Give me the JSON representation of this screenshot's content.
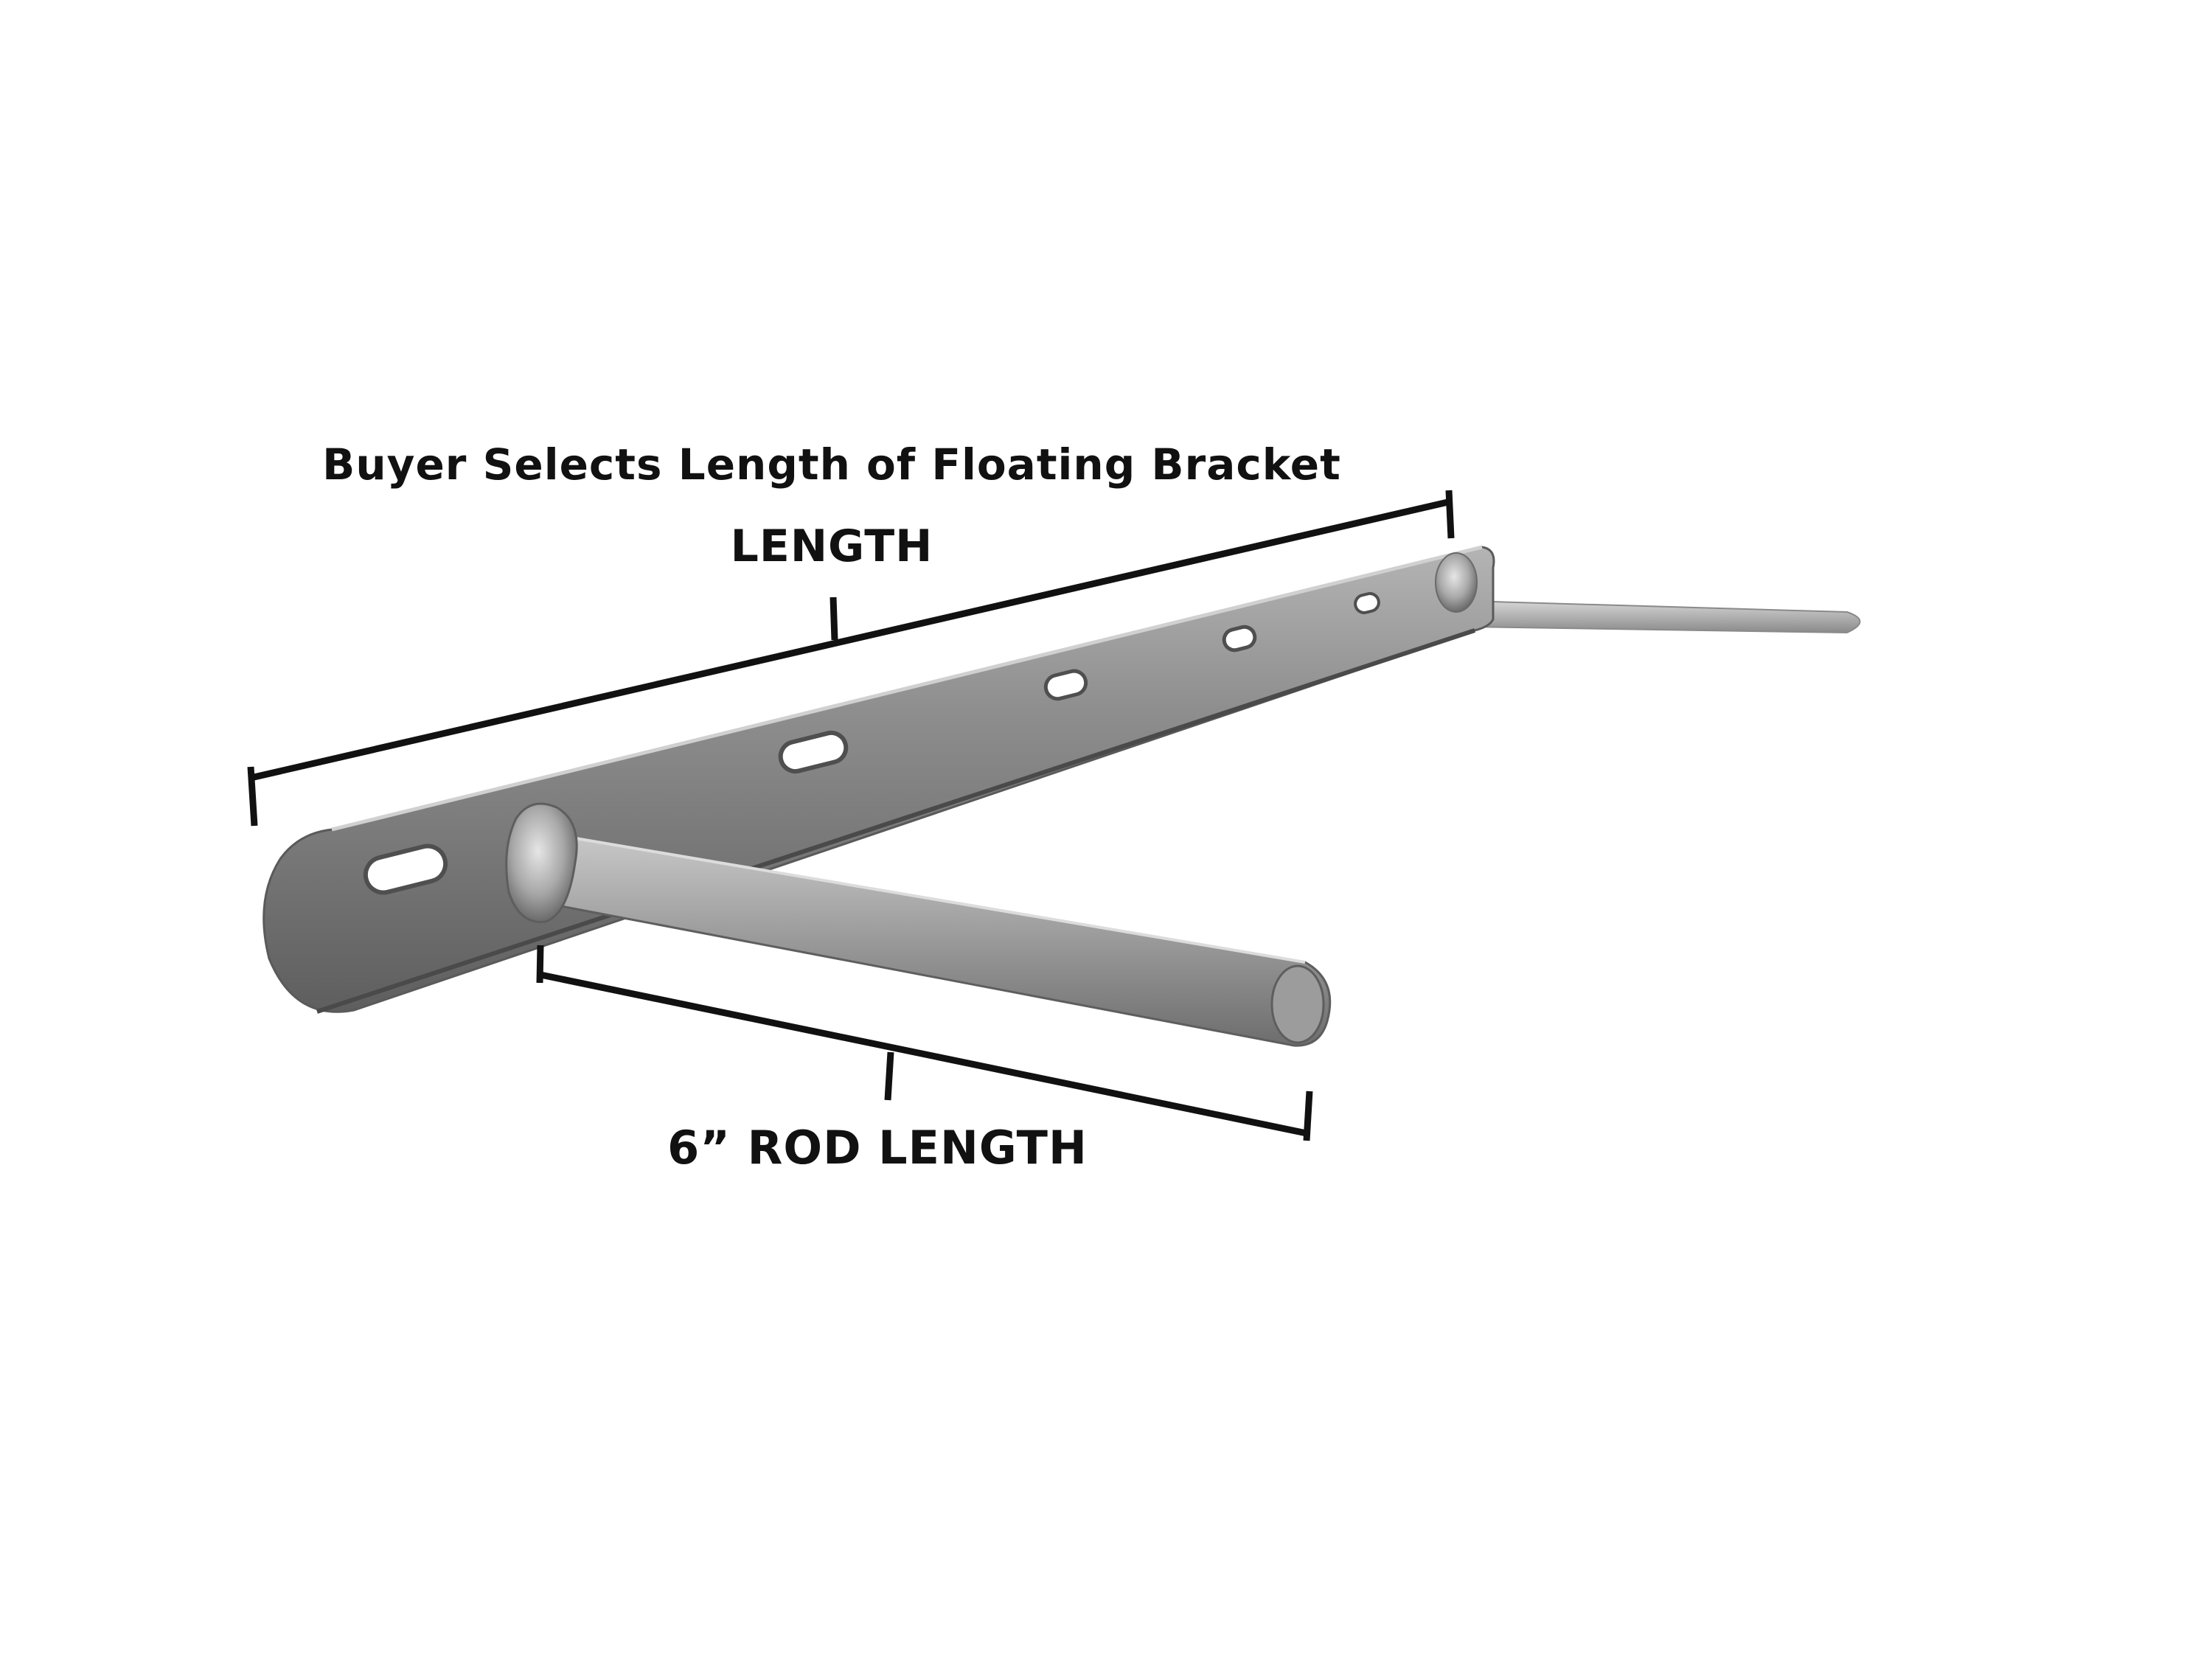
{
  "annotations": {
    "title": "Buyer Selects Length of Floating Bracket",
    "length_label": "LENGTH",
    "rod_label": "6” ROD LENGTH"
  },
  "colors": {
    "background": "#ffffff",
    "dimension_lines": "#111111",
    "steel_dark": "#6a6a6a",
    "steel_mid": "#8f8f8f",
    "steel_light": "#b8b8b8"
  },
  "icons": [
    "floating-shelf-bracket-photo"
  ]
}
